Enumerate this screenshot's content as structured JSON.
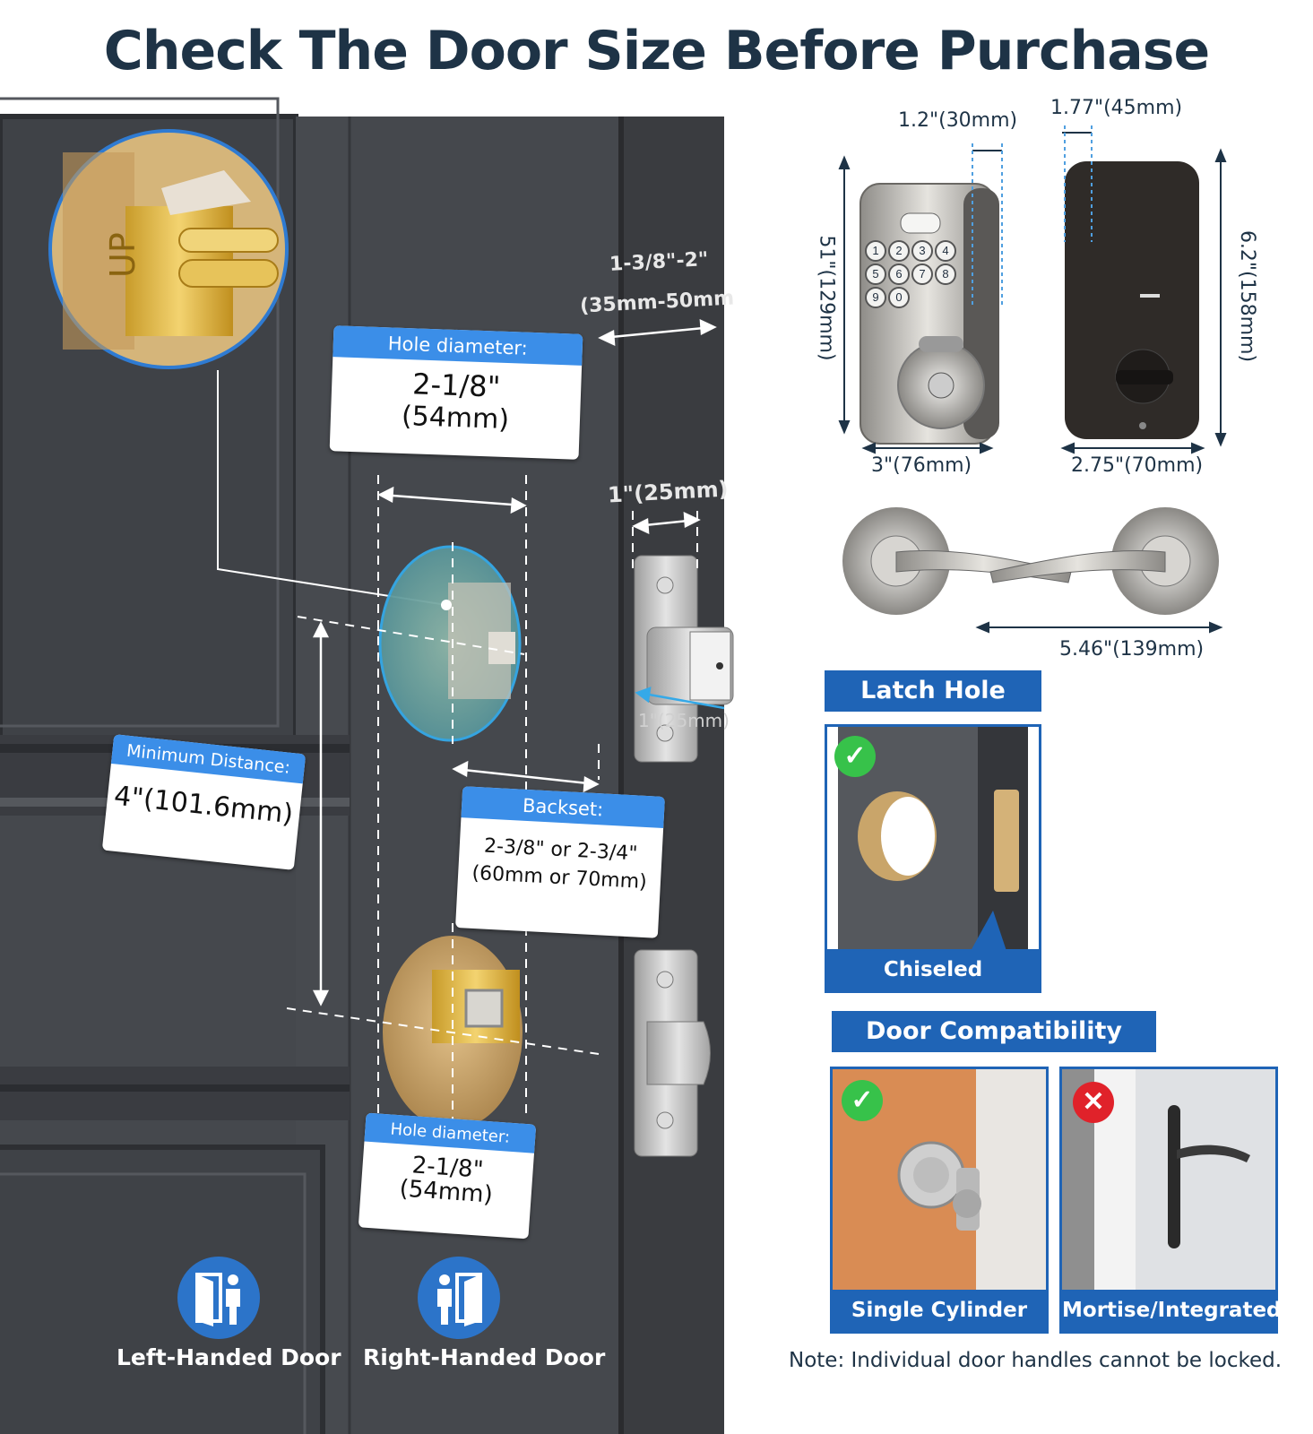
{
  "title": "Check The Door Size Before Purchase",
  "door_diagram": {
    "hole_diameter_top": {
      "label": "Hole diameter:",
      "inches": "2-1/8\"",
      "mm": "(54mm)"
    },
    "hole_diameter_bottom": {
      "label": "Hole diameter:",
      "inches": "2-1/8\"",
      "mm": "(54mm)"
    },
    "minimum_distance": {
      "label": "Minimum Distance:",
      "value": "4\"(101.6mm)"
    },
    "backset": {
      "label": "Backset:",
      "line1": "2-3/8\" or 2-3/4\"",
      "line2": "(60mm or 70mm)"
    },
    "door_thickness": {
      "line1": "1-3/8\"-2\"",
      "line2": "(35mm-50mm"
    },
    "latch_width": "1\"(25mm)",
    "latch_depth": "1\"(25mm)",
    "left_handed_label": "Left-Handed Door",
    "right_handed_label": "Right-Handed Door"
  },
  "product_dims": {
    "keypad_depth": "1.2\"(30mm)",
    "back_depth": "1.77\"(45mm)",
    "keypad_height": "51\"(129mm)",
    "back_height": "6.2\"(158mm)",
    "keypad_width": "3\"(76mm)",
    "back_width": "2.75\"(70mm)",
    "handle_length": "5.46\"(139mm)",
    "keypad_keys": [
      "1",
      "2",
      "3",
      "4",
      "5",
      "6",
      "7",
      "8",
      "9",
      "0"
    ]
  },
  "latch_hole": {
    "banner": "Latch Hole",
    "caption": "Chiseled"
  },
  "door_compat": {
    "banner": "Door Compatibility",
    "ok_caption": "Single Cylinder",
    "no_caption": "Mortise/Integrated"
  },
  "note": "Note: Individual door handles cannot be locked.",
  "colors": {
    "accent": "#1f64b6",
    "label_header": "#3b8ee8",
    "door": "#45484d",
    "ok": "#37c24a",
    "no": "#e0222a"
  }
}
